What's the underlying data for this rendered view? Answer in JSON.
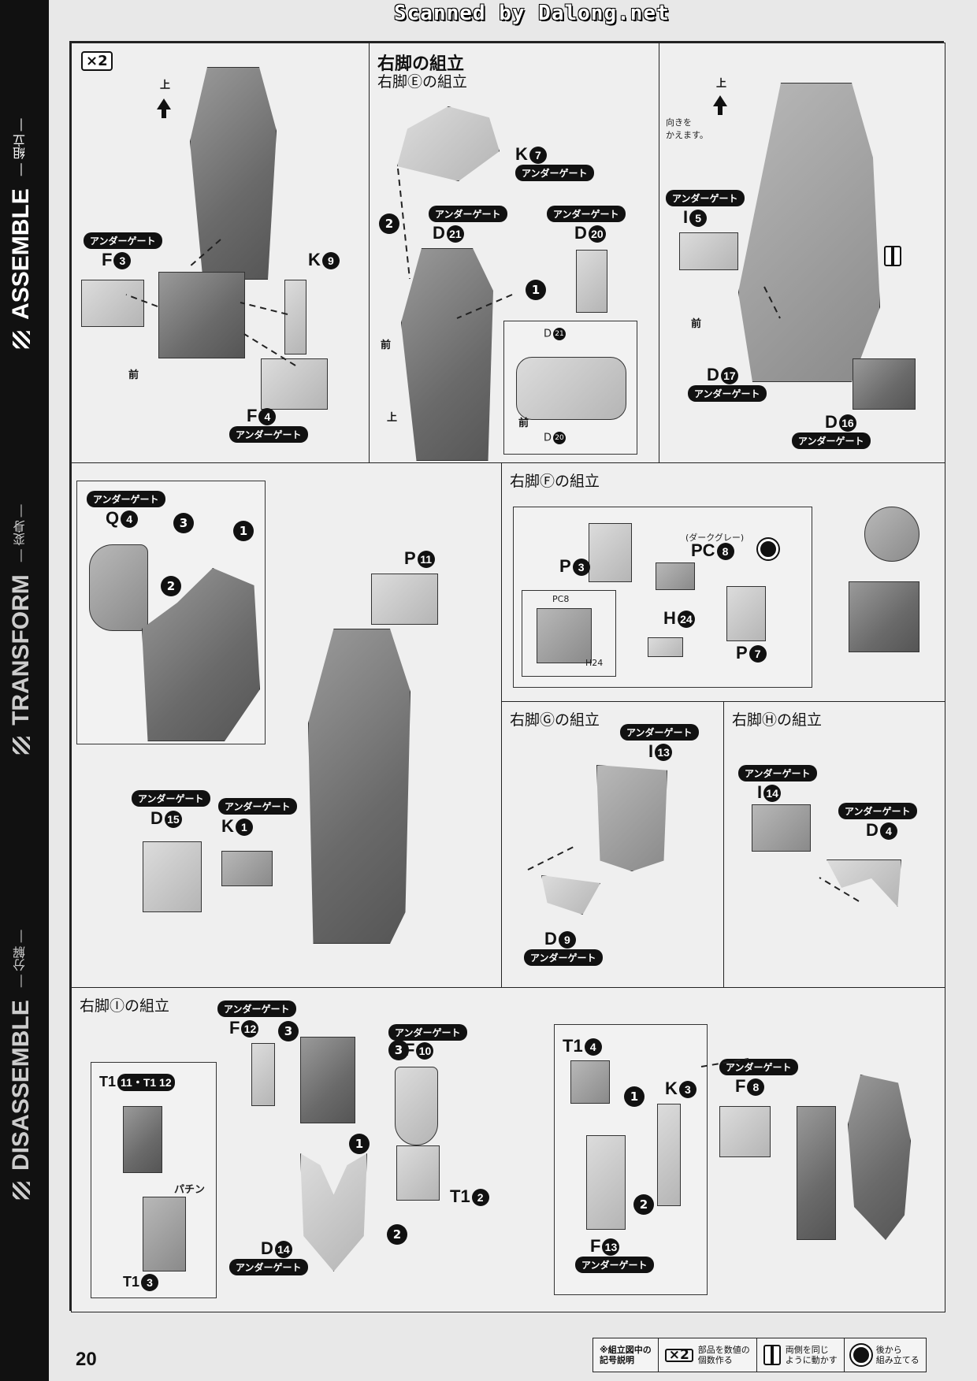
{
  "scan_banner": "Scanned by Dalong.net",
  "side_labels": {
    "assemble": "ASSEMBLE",
    "assemble_sub": "— 組立 —",
    "transform": "TRANSFORM",
    "transform_sub": "— 変身 —",
    "disassemble": "DISASSEMBLE",
    "disassemble_sub": "— 分解 —"
  },
  "common": {
    "under_gate": "アンダーゲート",
    "up": "上",
    "front": "前",
    "x2": "×2"
  },
  "panel1": {
    "parts": [
      "F",
      "K",
      "F"
    ],
    "nums": [
      "3",
      "9",
      "4"
    ]
  },
  "panel2": {
    "title": "右脚の組立",
    "subtitle": "右脚Ⓔの組立",
    "turn_note": "向きを\nかえます。",
    "parts": [
      "K",
      "D",
      "D",
      "D",
      "D"
    ],
    "nums": [
      "7",
      "21",
      "20",
      "21",
      "20"
    ]
  },
  "panel3": {
    "parts": [
      "I",
      "D",
      "D"
    ],
    "nums": [
      "5",
      "17",
      "16"
    ]
  },
  "panel4": {
    "parts": [
      "Q",
      "P",
      "D",
      "K"
    ],
    "nums": [
      "4",
      "11",
      "15",
      "1"
    ]
  },
  "panel5": {
    "subtitle": "右脚Ⓕの組立",
    "dark_gray": "(ダークグレー)",
    "parts": [
      "PC",
      "P",
      "P",
      "H",
      "PC",
      "H"
    ],
    "nums": [
      "8",
      "3",
      "7",
      "24",
      "8",
      "24"
    ]
  },
  "panel6": {
    "subtitle": "右脚Ⓖの組立",
    "parts": [
      "I",
      "D"
    ],
    "nums": [
      "13",
      "9"
    ]
  },
  "panel7": {
    "subtitle": "右脚Ⓗの組立",
    "parts": [
      "I",
      "D"
    ],
    "nums": [
      "14",
      "4"
    ]
  },
  "panel8": {
    "subtitle": "右脚Ⓘの組立",
    "click_sound": "パチン",
    "parts": [
      "F",
      "F",
      "T1",
      "T1",
      "T1",
      "D",
      "T1",
      "K",
      "F",
      "F"
    ],
    "nums": [
      "12",
      "10",
      "11・T1 12",
      "3",
      "2",
      "14",
      "4",
      "3",
      "13",
      "8"
    ]
  },
  "footer": {
    "page_number": "20",
    "legend_heading": "※組立図中の\n記号説明",
    "legend_x2_label": "×2",
    "legend_x2_text": "部品を数値の\n個数作る",
    "legend_both_text": "両側を同じ\nように動かす",
    "legend_back_text": "後から\n組み立てる"
  }
}
